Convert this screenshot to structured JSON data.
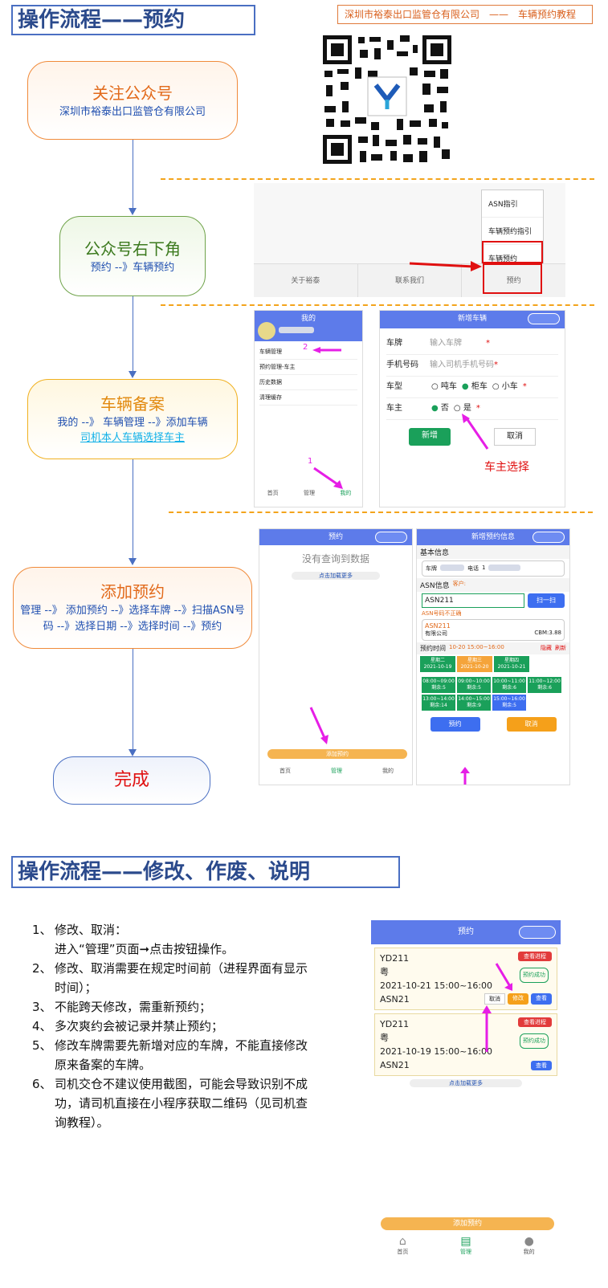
{
  "section1_title": "操作流程——预约",
  "header_right": "深圳市裕泰出口监管仓有限公司　——　车辆预约教程",
  "nodes": [
    {
      "title": "关注公众号",
      "sub": "深圳市裕泰出口监管仓有限公司"
    },
    {
      "title": "公众号右下角",
      "sub": "预约 --》车辆预约"
    },
    {
      "title": "车辆备案",
      "sub": "我的 --》 车辆管理 --》添加车辆",
      "sub2": "司机本人车辆选择车主"
    },
    {
      "title": "添加预约",
      "sub": "管理 --》 添加预约 --》选择车牌 --》扫描ASN号码 --》选择日期 --》选择时间 --》预约"
    },
    {
      "title": "完成"
    }
  ],
  "menu": {
    "items": [
      "ASN指引",
      "车辆预约指引",
      "车辆预约"
    ],
    "tabs": [
      "关于裕泰",
      "联系我们",
      "预约"
    ]
  },
  "mine": {
    "title": "我的",
    "items": [
      "车辆管理",
      "预约管理-车主",
      "历史数据",
      "清理缓存"
    ],
    "tabs": [
      "首页",
      "管理",
      "我的"
    ],
    "mark1": "1",
    "mark2": "2"
  },
  "vehicle_form": {
    "title": "新增车辆",
    "plate_label": "车牌",
    "plate_ph": "输入车牌",
    "phone_label": "手机号码",
    "phone_ph": "输入司机手机号码",
    "type_label": "车型",
    "types": [
      "吨车",
      "柜车",
      "小车"
    ],
    "owner_label": "车主",
    "owner_opts": [
      "否",
      "是"
    ],
    "add": "新增",
    "cancel": "取消",
    "owner_note": "车主选择"
  },
  "booking": {
    "title": "预约",
    "empty": "没有查询到数据",
    "load_more": "点击加载更多",
    "add": "添加预约",
    "tabs": [
      "首页",
      "管理",
      "我的"
    ]
  },
  "new_booking": {
    "title": "新增预约信息",
    "basic": "基本信息",
    "plate": "车牌",
    "phone": "电话",
    "phone_val": "1",
    "asn_info": "ASN信息",
    "asn_owner": "客户:",
    "asn_val": "ASN211",
    "scan": "扫一扫",
    "asn_warn": "ASN号码不正确",
    "asn_card": "ASN211",
    "company": "有限公司",
    "cbm": "CBM:3.88",
    "time_label": "预约时间",
    "time_sel": "10-20 15:00~16:00",
    "hide": "隐藏",
    "refresh": "刷新",
    "days": [
      {
        "w": "星期二",
        "d": "2021-10-19"
      },
      {
        "w": "星期三",
        "d": "2021-10-20"
      },
      {
        "w": "星期四",
        "d": "2021-10-21"
      }
    ],
    "slots": [
      {
        "t": "08:00~09:00",
        "r": "剩余:5"
      },
      {
        "t": "09:00~10:00",
        "r": "剩余:5"
      },
      {
        "t": "10:00~11:00",
        "r": "剩余:6"
      },
      {
        "t": "11:00~12:00",
        "r": "剩余:6"
      },
      {
        "t": "13:00~14:00",
        "r": "剩余:14"
      },
      {
        "t": "14:00~15:00",
        "r": "剩余:9"
      },
      {
        "t": "15:00~16:00",
        "r": "剩余:5"
      }
    ],
    "book": "预约",
    "cancel": "取消"
  },
  "section2_title": "操作流程——修改、作废、说明",
  "notes": [
    {
      "k": "1、",
      "t": "修改、取消：",
      "t2": "进入“管理”页面➞点击按钮操作。"
    },
    {
      "k": "2、",
      "t": "修改、取消需要在规定时间前（进程界面有显示时间）；"
    },
    {
      "k": "3、",
      "t": "不能跨天修改，需重新预约；"
    },
    {
      "k": "4、",
      "t": "多次爽约会被记录并禁止预约；"
    },
    {
      "k": "5、",
      "t": "修改车牌需要先新增对应的车牌，不能直接修改原来备案的车牌。"
    },
    {
      "k": "6、",
      "t": "司机交仓不建议使用截图，可能会导致识别不成功，请司机直接在小程序获取二维码（见司机查询教程）。"
    }
  ],
  "list": {
    "title": "预约",
    "cards": [
      {
        "id": "YD211",
        "plate": "粤",
        "time": "2021-10-21 15:00~16:00",
        "asn": "ASN21",
        "progress": "查看进程",
        "status": "预约成功",
        "b1": "取消",
        "b2": "修改",
        "b3": "查看"
      },
      {
        "id": "YD211",
        "plate": "粤",
        "time": "2021-10-19 15:00~16:00",
        "asn": "ASN21",
        "progress": "查看进程",
        "status": "预约成功",
        "b3": "查看"
      }
    ],
    "load_more": "点击加载更多",
    "add": "添加预约",
    "tabs": [
      "首页",
      "管理",
      "我的"
    ]
  }
}
